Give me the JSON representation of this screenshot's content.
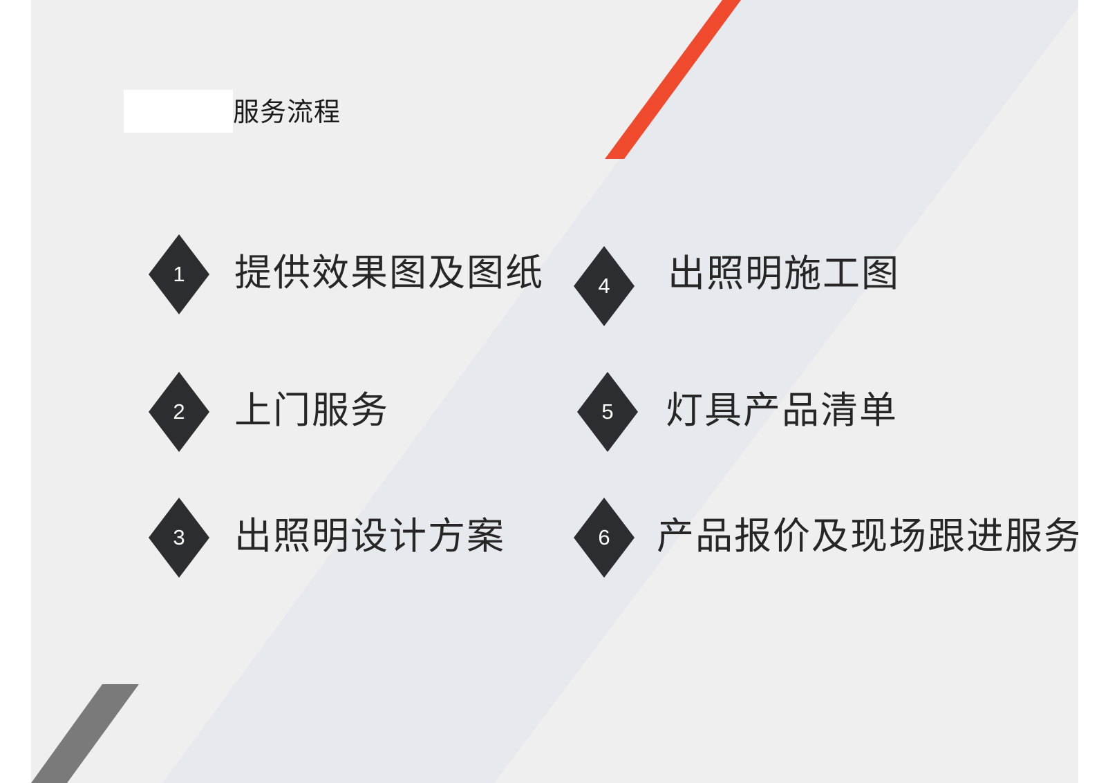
{
  "title": "服务流程",
  "steps": [
    {
      "number": "1",
      "label": "提供效果图及图纸"
    },
    {
      "number": "2",
      "label": "上门服务"
    },
    {
      "number": "3",
      "label": "出照明设计方案"
    },
    {
      "number": "4",
      "label": "出照明施工图"
    },
    {
      "number": "5",
      "label": "灯具产品清单"
    },
    {
      "number": "6",
      "label": "产品报价及现场跟进服务"
    }
  ],
  "colors": {
    "background": "#efefef",
    "accent_red": "#f04a2e",
    "accent_gray": "#7a7a7a",
    "diamond": "#2b2d31",
    "band": "#e5e9ee"
  }
}
